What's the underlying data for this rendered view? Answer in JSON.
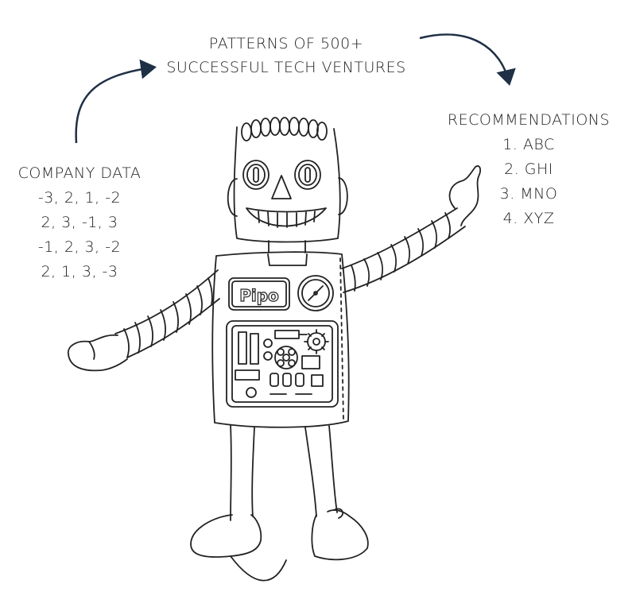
{
  "caption": {
    "line1": "PATTERNS OF 500+",
    "line2": "SUCCESSFUL TECH VENTURES"
  },
  "company_data": {
    "title": "COMPANY DATA",
    "rows": [
      "-3, 2, 1, -2",
      "2, 3, -1, 3",
      "-1, 2, 3, -2",
      "2, 1, 3, -3"
    ]
  },
  "recommendations": {
    "title": "RECOMMENDATIONS",
    "items": [
      "1. ABC",
      "2. GHI",
      "3. MNO",
      "4. XYZ"
    ]
  },
  "robot": {
    "badge_text": "Pipo",
    "icons": [
      "robot-illustration",
      "gauge-icon",
      "gear-icon",
      "fan-icon"
    ]
  },
  "colors": {
    "ink": "#222222",
    "arrow": "#1f2f45",
    "background": "#ffffff"
  }
}
